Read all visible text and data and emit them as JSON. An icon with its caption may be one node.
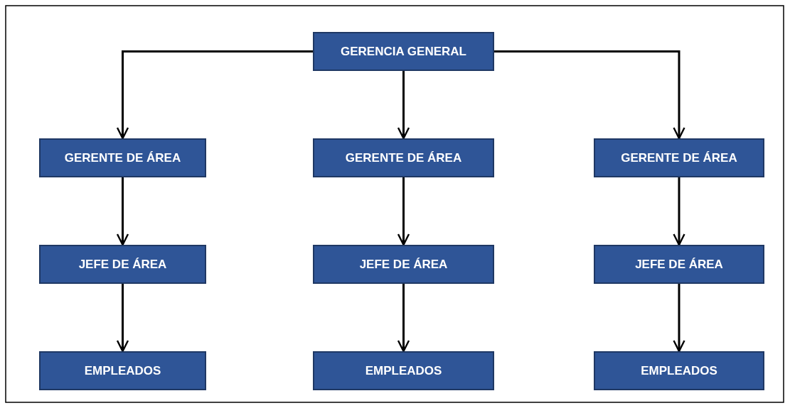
{
  "diagram": {
    "nodes": [
      {
        "text": [
          "GERENCIA GENERAL"
        ]
      },
      {
        "text": [
          "GERENTE DE ÁREA"
        ]
      },
      {
        "text": [
          "GERENTE DE ÁREA"
        ]
      },
      {
        "text": [
          "GERENTE DE ÁREA"
        ]
      },
      {
        "text": [
          "JEFE DE ÁREA"
        ]
      },
      {
        "text": [
          "JEFE DE ÁREA"
        ]
      },
      {
        "text": [
          "JEFE DE ÁREA"
        ]
      },
      {
        "text": [
          "EMPLEADOS"
        ]
      },
      {
        "text": [
          "EMPLEADOS"
        ]
      },
      {
        "text": [
          "EMPLEADOS"
        ]
      }
    ],
    "edges": [
      {
        "from": 0,
        "to": 1,
        "arrow": "to"
      },
      {
        "from": 0,
        "to": 2,
        "arrow": "to"
      },
      {
        "from": 0,
        "to": 3,
        "arrow": "to"
      },
      {
        "from": 1,
        "to": 4,
        "arrow": "to"
      },
      {
        "from": 2,
        "to": 5,
        "arrow": "to"
      },
      {
        "from": 3,
        "to": 6,
        "arrow": "to"
      },
      {
        "from": 4,
        "to": 7,
        "arrow": "to"
      },
      {
        "from": 5,
        "to": 8,
        "arrow": "to"
      },
      {
        "from": 6,
        "to": 9,
        "arrow": "to"
      }
    ]
  }
}
